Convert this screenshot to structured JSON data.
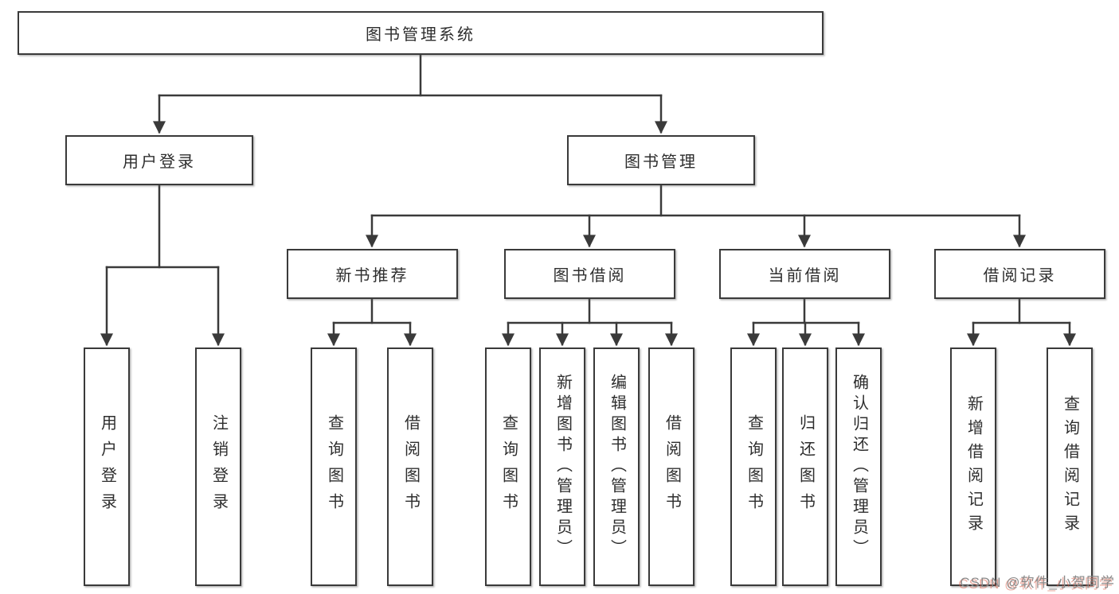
{
  "tree": {
    "label": "图书管理系统",
    "children": [
      {
        "label": "用户登录",
        "children": [
          {
            "label": "用户登录"
          },
          {
            "label": "注销登录"
          }
        ]
      },
      {
        "label": "图书管理",
        "children": [
          {
            "label": "新书推荐",
            "children": [
              {
                "label": "查询图书"
              },
              {
                "label": "借阅图书"
              }
            ]
          },
          {
            "label": "图书借阅",
            "children": [
              {
                "label": "查询图书"
              },
              {
                "label": "新增图书（管理员）"
              },
              {
                "label": "编辑图书（管理员）"
              },
              {
                "label": "借阅图书"
              }
            ]
          },
          {
            "label": "当前借阅",
            "children": [
              {
                "label": "查询图书"
              },
              {
                "label": "归还图书"
              },
              {
                "label": "确认归还（管理员）"
              }
            ]
          },
          {
            "label": "借阅记录",
            "children": [
              {
                "label": "新增借阅记录"
              },
              {
                "label": "查询借阅记录"
              }
            ]
          }
        ]
      }
    ]
  },
  "watermark": {
    "text": "CSDN @软件_小贺同学"
  },
  "colors": {
    "line": "#3a3a3a",
    "border": "#3a3a3a",
    "text": "#2e2e2e",
    "background": "#ffffff",
    "watermark_text": "#8a8a8a"
  }
}
